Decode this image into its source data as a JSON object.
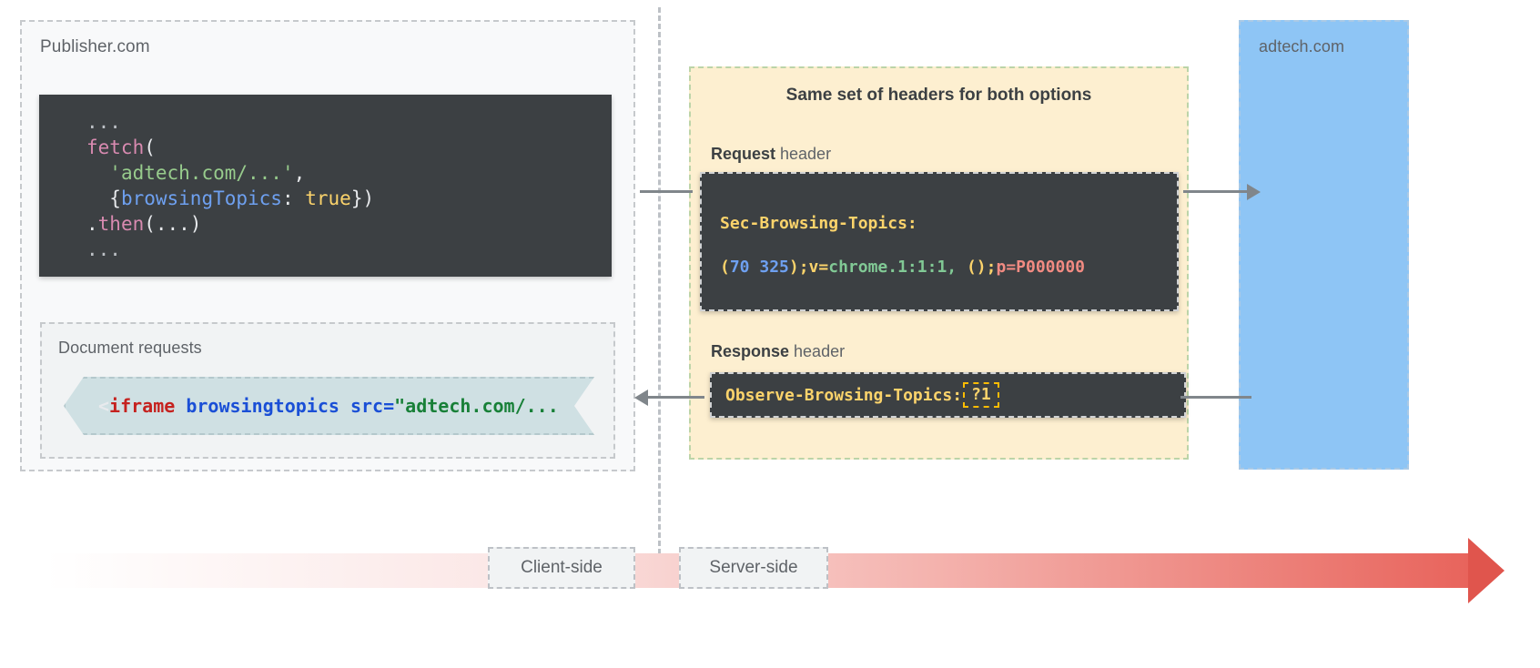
{
  "diagram": {
    "publisher": {
      "label": "Publisher.com",
      "code_block": {
        "lines": [
          {
            "segments": [
              {
                "text": "...",
                "token": "dots"
              }
            ]
          },
          {
            "segments": [
              {
                "text": "fetch",
                "token": "fn"
              },
              {
                "text": "(",
                "token": "punc"
              }
            ]
          },
          {
            "segments": [
              {
                "text": "  ",
                "token": "punc"
              },
              {
                "text": "'adtech.com/...'",
                "token": "str"
              },
              {
                "text": ",",
                "token": "punc"
              }
            ]
          },
          {
            "segments": [
              {
                "text": "  {",
                "token": "punc"
              },
              {
                "text": "browsingTopics",
                "token": "prop"
              },
              {
                "text": ": ",
                "token": "punc"
              },
              {
                "text": "true",
                "token": "bool"
              },
              {
                "text": "})",
                "token": "punc"
              }
            ]
          },
          {
            "segments": [
              {
                "text": ".",
                "token": "punc"
              },
              {
                "text": "then",
                "token": "fn"
              },
              {
                "text": "(...)",
                "token": "punc"
              }
            ]
          },
          {
            "segments": [
              {
                "text": "...",
                "token": "dots"
              }
            ]
          }
        ]
      },
      "document_requests": {
        "label": "Document requests",
        "snippet_segments": [
          {
            "text": "<",
            "token": "punc"
          },
          {
            "text": "iframe",
            "token": "tag"
          },
          {
            "text": " ",
            "token": "punc"
          },
          {
            "text": "browsingtopics",
            "token": "attr"
          },
          {
            "text": " ",
            "token": "punc"
          },
          {
            "text": "src=",
            "token": "attr"
          },
          {
            "text": "\"adtech.com/...",
            "token": "val"
          }
        ]
      }
    },
    "headers": {
      "title": "Same set of headers for both options",
      "request": {
        "caption_bold": "Request",
        "caption_rest": " header",
        "header_name": "Sec-Browsing-Topics:",
        "value_segments": [
          {
            "text": "(",
            "token": "hyel"
          },
          {
            "text": "70 325",
            "token": "hnum"
          },
          {
            "text": ")",
            "token": "hyel"
          },
          {
            "text": ";v=",
            "token": "hyel"
          },
          {
            "text": "chrome.1:1:1,",
            "token": "hgrn"
          },
          {
            "text": " ()",
            "token": "hyel"
          },
          {
            "text": ";",
            "token": "hyel"
          },
          {
            "text": "p=P000000",
            "token": "hred"
          }
        ]
      },
      "response": {
        "caption_bold": "Response",
        "caption_rest": " header",
        "header_name": "Observe-Browsing-Topics:",
        "highlight_value": "?1"
      }
    },
    "adtech": {
      "label": "adtech.com"
    },
    "timeline": {
      "client_label": "Client-side",
      "server_label": "Server-side"
    },
    "colors": {
      "panel_bg": "#f8f9fa",
      "headers_bg": "#fdefd0",
      "adtech_bg": "#8ec5f5",
      "code_bg": "#3c4043",
      "iframe_chip_bg": "#cfe0e3",
      "accent_yellow": "#fbd36b",
      "accent_red": "#e8635b",
      "arrow_gray": "#80868b",
      "highlight_border": "#fbbc04"
    }
  }
}
